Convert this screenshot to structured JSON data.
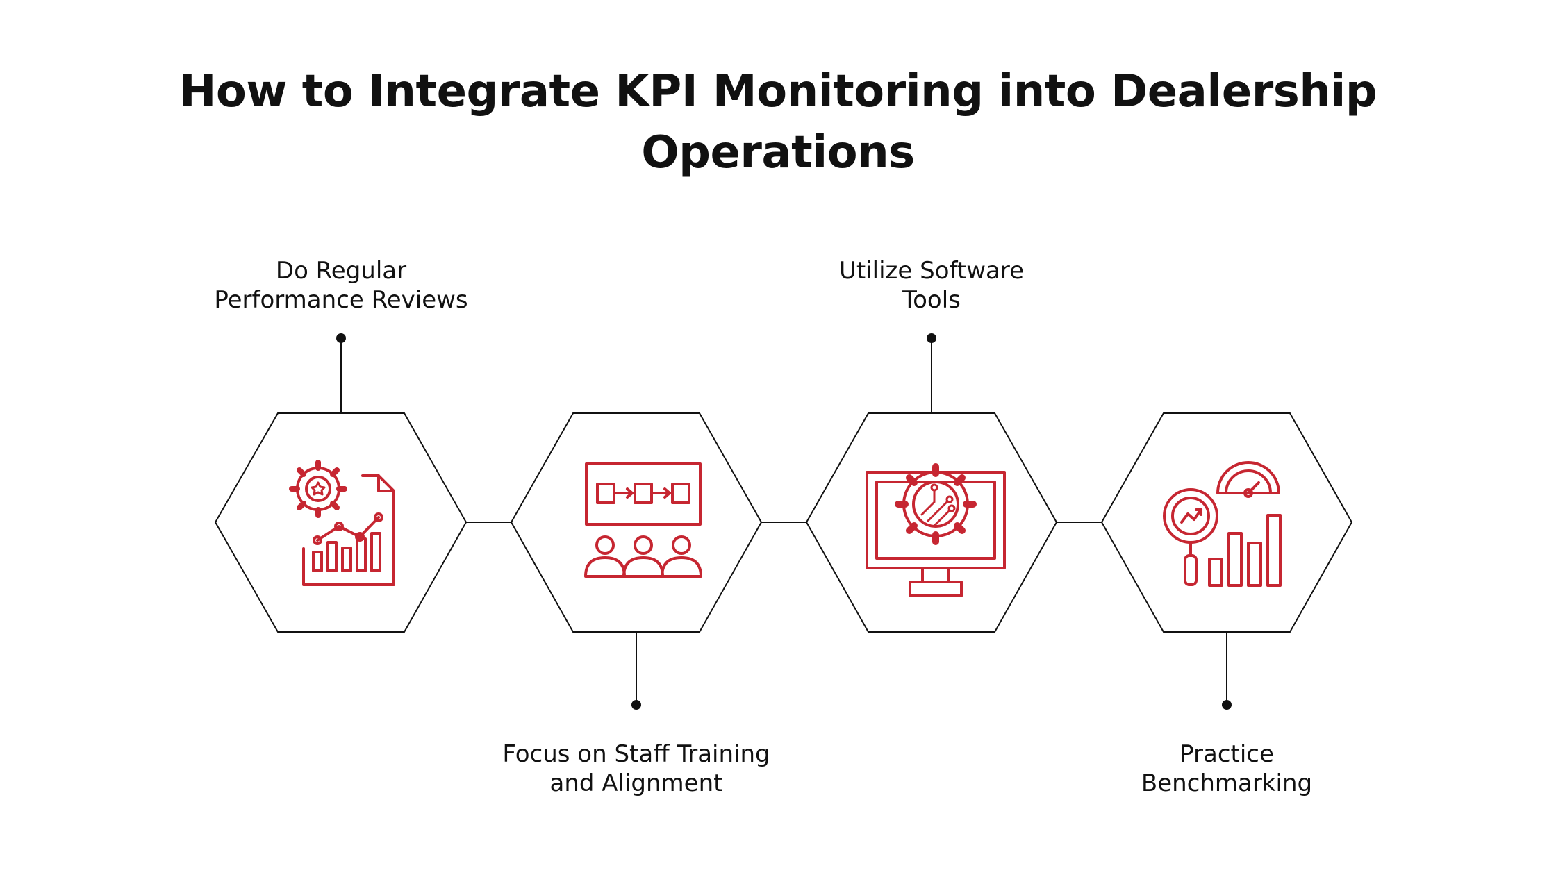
{
  "title": {
    "line1": "How to Integrate KPI Monitoring into Dealership",
    "line2": "Operations"
  },
  "colors": {
    "accent": "#c62631",
    "stroke": "#111111",
    "background": "#ffffff"
  },
  "steps": [
    {
      "line1": "Do Regular",
      "line2": "Performance Reviews",
      "icon": "performance-review-icon"
    },
    {
      "line1": "Focus on Staff Training",
      "line2": "and Alignment",
      "icon": "staff-training-icon"
    },
    {
      "line1": "Utilize Software",
      "line2": "Tools",
      "icon": "software-tools-icon"
    },
    {
      "line1": "Practice",
      "line2": "Benchmarking",
      "icon": "benchmarking-icon"
    }
  ]
}
